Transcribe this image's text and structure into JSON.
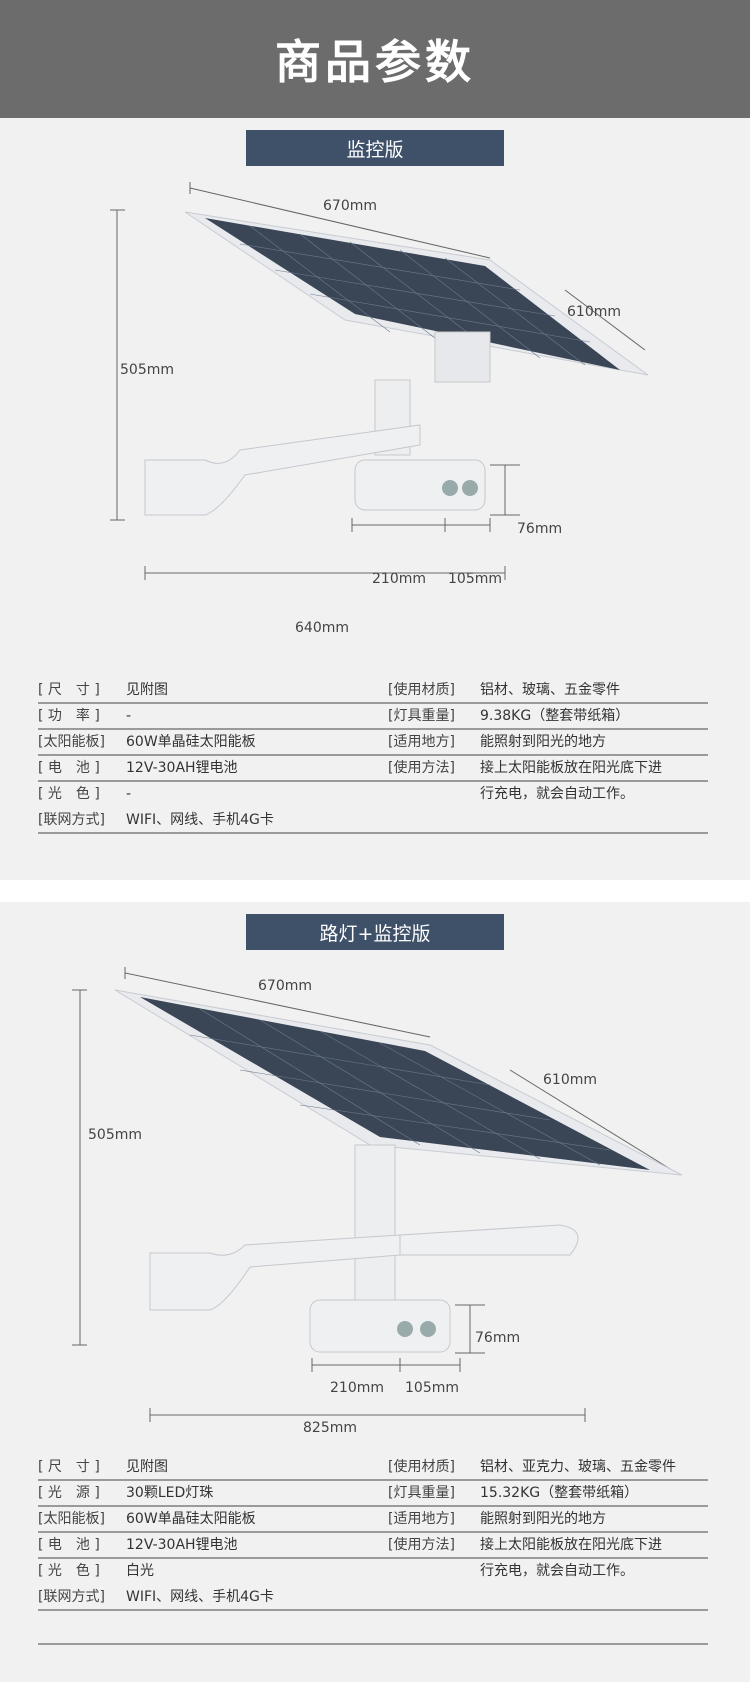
{
  "header": {
    "title": "商品参数"
  },
  "sections": [
    {
      "title": "监控版",
      "dims": {
        "top": "670mm",
        "side": "610mm",
        "height": "505mm",
        "camera_h": "76mm",
        "camera_a": "210mm",
        "camera_b": "105mm",
        "width": "640mm"
      },
      "rows": [
        {
          "l_label": "[ 尺　寸 ]",
          "l_value": "见附图",
          "r_label": "[使用材质]",
          "r_value": "铝材、玻璃、五金零件"
        },
        {
          "l_label": "[ 功　率 ]",
          "l_value": "-",
          "r_label": "[灯具重量]",
          "r_value": "9.38KG（整套带纸箱）"
        },
        {
          "l_label": "[太阳能板]",
          "l_value": "60W单晶硅太阳能板",
          "r_label": "[适用地方]",
          "r_value": "能照射到阳光的地方"
        },
        {
          "l_label": "[ 电　池 ]",
          "l_value": "12V-30AH锂电池",
          "r_label": "[使用方法]",
          "r_value": "接上太阳能板放在阳光底下进"
        },
        {
          "l_label": "[ 光　色 ]",
          "l_value": "-",
          "r_label": "",
          "r_value": "行充电，就会自动工作。"
        },
        {
          "l_label": "[联网方式]",
          "l_value": "WIFI、网线、手机4G卡",
          "r_label": "",
          "r_value": ""
        }
      ]
    },
    {
      "title": "路灯+监控版",
      "dims": {
        "top": "670mm",
        "side": "610mm",
        "height": "505mm",
        "camera_h": "76mm",
        "camera_a": "210mm",
        "camera_b": "105mm",
        "width": "825mm"
      },
      "rows": [
        {
          "l_label": "[ 尺　寸 ]",
          "l_value": "见附图",
          "r_label": "[使用材质]",
          "r_value": "铝材、亚克力、玻璃、五金零件"
        },
        {
          "l_label": "[ 光　源 ]",
          "l_value": "30颗LED灯珠",
          "r_label": "[灯具重量]",
          "r_value": "15.32KG（整套带纸箱）"
        },
        {
          "l_label": "[太阳能板]",
          "l_value": "60W单晶硅太阳能板",
          "r_label": "[适用地方]",
          "r_value": "能照射到阳光的地方"
        },
        {
          "l_label": "[ 电　池 ]",
          "l_value": "12V-30AH锂电池",
          "r_label": "[使用方法]",
          "r_value": "接上太阳能板放在阳光底下进"
        },
        {
          "l_label": "[ 光　色 ]",
          "l_value": "白光",
          "r_label": "",
          "r_value": "行充电，就会自动工作。"
        },
        {
          "l_label": "[联网方式]",
          "l_value": "WIFI、网线、手机4G卡",
          "r_label": "",
          "r_value": ""
        }
      ]
    }
  ]
}
